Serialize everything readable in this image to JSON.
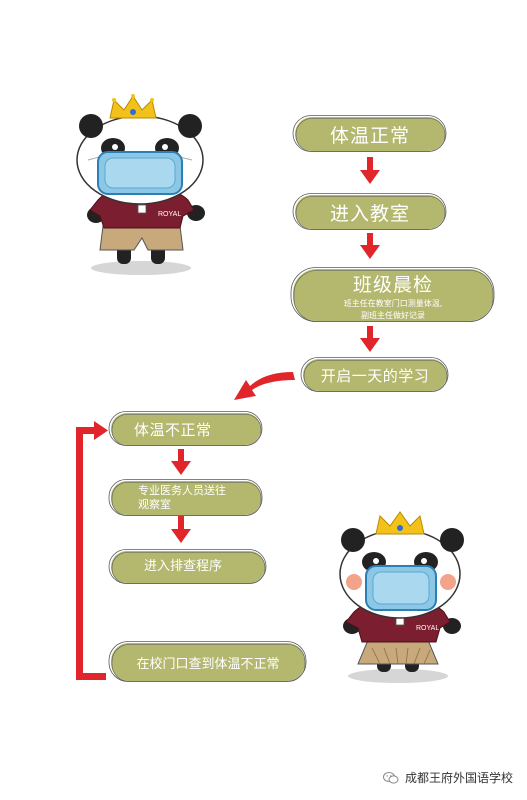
{
  "flow": {
    "step1": "体温正常",
    "step2": "进入教室",
    "step3_title": "班级晨检",
    "step3_sub1": "班主任在教室门口测量体温,",
    "step3_sub2": "副班主任做好记录",
    "step4": "开启一天的学习",
    "abn1": "体温不正常",
    "abn2_line1": "专业医务人员送往",
    "abn2_line2": "观察室",
    "abn3": "进入排查程序",
    "abn4": "在校门口查到体温不正常"
  },
  "mascot": {
    "shirt_text_top": "ROYAL",
    "shirt_text_bottom": "ROYAL"
  },
  "footer": {
    "account": "成都王府外国语学校",
    "icon": "wechat-icon"
  },
  "colors": {
    "box": "#b3b86e",
    "arrow": "#e0252b",
    "outline": "#5a5a5a"
  }
}
